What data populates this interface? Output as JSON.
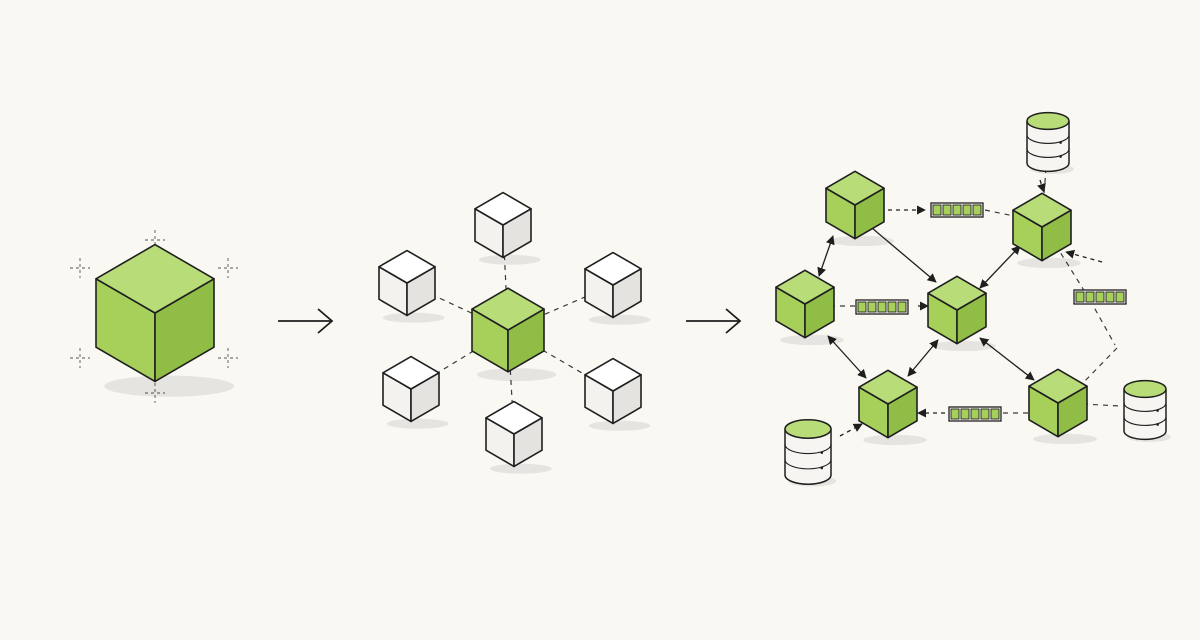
{
  "colors": {
    "background": "#faf8f3",
    "accent_top": "#b8dc78",
    "accent_left": "#a6d05a",
    "accent_right": "#8fbd45",
    "neutral_top": "#ffffff",
    "neutral_left": "#f3f2ef",
    "neutral_right": "#e4e3df",
    "ink": "#1f1f1f"
  },
  "stages": [
    {
      "name": "single-service",
      "components": [
        "service-cube"
      ]
    },
    {
      "name": "hub-and-spoke",
      "components": [
        "core-cube",
        "satellite-cube",
        "satellite-cube",
        "satellite-cube",
        "satellite-cube",
        "satellite-cube",
        "satellite-cube"
      ]
    },
    {
      "name": "service-network",
      "components": [
        "service-cube",
        "service-cube",
        "service-cube",
        "service-cube",
        "service-cube",
        "service-cube",
        "message-queue",
        "message-queue",
        "message-queue",
        "message-queue",
        "database",
        "database",
        "database"
      ]
    }
  ],
  "icons": [
    "arrow-right-icon",
    "cube-icon",
    "database-icon",
    "queue-icon"
  ]
}
